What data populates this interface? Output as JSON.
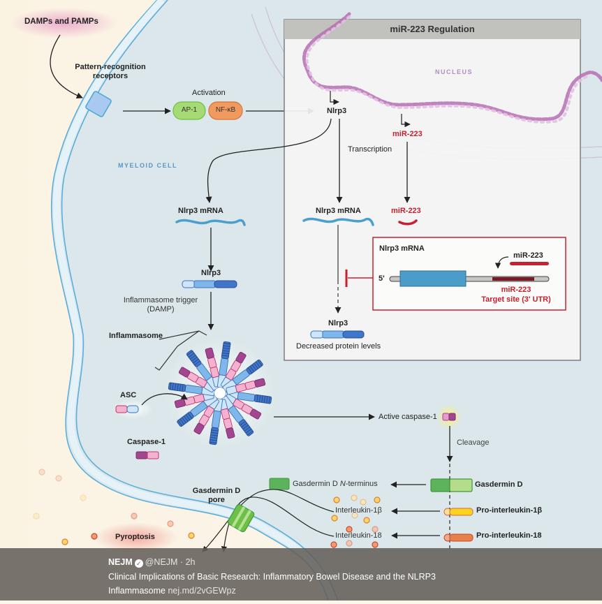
{
  "diagram": {
    "inputs_label": "DAMPs and PAMPs",
    "receptor_label": "Pattern-recognition receptors",
    "receptor_label_line1": "Pattern-recognition",
    "receptor_label_line2": "receptors",
    "activation_label": "Activation",
    "transcription_factors": [
      "AP-1",
      "NF-κB"
    ],
    "cell_label": "MYELOID CELL",
    "cytoplasm": {
      "mrna_label": "Nlrp3 mRNA",
      "protein_label": "Nlrp3",
      "trigger_label_line1": "Inflammasome trigger",
      "trigger_label_line2": "(DAMP)",
      "inflammasome_label": "Inflammasome",
      "asc_label": "ASC",
      "caspase_label": "Caspase-1",
      "active_caspase_label": "Active caspase-1",
      "cleavage_label": "Cleavage"
    },
    "panel": {
      "title": "miR-223 Regulation",
      "nucleus_label": "NUCLEUS",
      "gene_nlrp3": "Nlrp3",
      "gene_mir223": "miR-223",
      "transcription_label": "Transcription",
      "mrna_label": "Nlrp3 mRNA",
      "mir_label": "miR-223",
      "protein_label": "Nlrp3",
      "decreased_label": "Decreased protein levels",
      "inset": {
        "title": "Nlrp3 mRNA",
        "five_prime": "5'",
        "mir_label": "miR-223",
        "target_line1": "miR-223",
        "target_line2": "Target site (3' UTR)"
      }
    },
    "products": {
      "gasdermin_n_label": "Gasdermin D N-terminus",
      "gasdermin_n_prefix": "Gasdermin D ",
      "gasdermin_n_italic": "N",
      "gasdermin_n_suffix": "-terminus",
      "gasdermin_label": "Gasdermin D",
      "il1b_label": "Interleukin-1β",
      "il18_label": "Interleukin-18",
      "pro_il1b_label": "Pro-interleukin-1β",
      "pro_il18_label": "Pro-interleukin-18",
      "pore_label_line1": "Gasdermin D",
      "pore_label_line2": "pore",
      "pyroptosis_label": "Pyroptosis"
    },
    "colors": {
      "membrane": "#5aaedc",
      "cell_fill": "#dde9ec",
      "exterior": "#fbf6ea",
      "inhibit_red": "#c8202e",
      "dna": "#b073b0",
      "ap1": "#8fd05a",
      "nfkb": "#f08c4a",
      "gasdermin": "#4fae4f",
      "il1b": "#f5c400",
      "il18": "#e06a3a"
    }
  },
  "tweet": {
    "author": "NEJM",
    "handle": "@NEJM",
    "time": "2h",
    "text_line1": "Clinical Implications of Basic Research: Inflammatory Bowel Disease and the NLRP3",
    "text_line2": "Inflammasome",
    "link": "nej.md/2vGEWpz"
  }
}
